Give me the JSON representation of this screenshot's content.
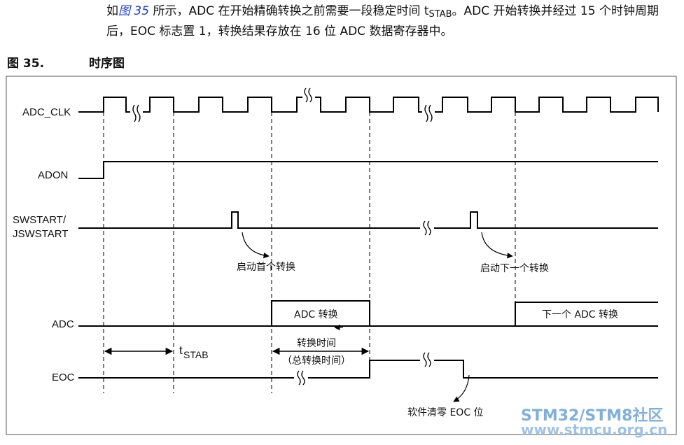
{
  "intro": {
    "part1": "如",
    "figure_ref": "图 35",
    "part2": " 所示，ADC 在开始精确转换之前需要一段稳定时间 t",
    "part2_sub": "STAB",
    "part3": "。ADC 开始转换并经过 15 个时钟周期后，EOC 标志置 1，转换结果存放在 16 位 ADC 数据寄存器中。"
  },
  "figure": {
    "number": "图 35.",
    "title": "时序图"
  },
  "signals": {
    "adc_clk": "ADC_CLK",
    "adon": "ADON",
    "swstart_line1": "SWSTART/",
    "swstart_line2": "JSWSTART",
    "adc": "ADC",
    "eoc": "EOC"
  },
  "annotations": {
    "start_first": "启动首个转换",
    "start_next": "启动下一个转换",
    "adc_conversion": "ADC 转换",
    "next_adc_conversion": "下一个 ADC 转换",
    "conversion_time": "转换时间",
    "total_conversion_time": "（总转换时间）",
    "tstab_t": "t",
    "tstab_sub": "STAB",
    "sw_clear_eoc": "软件清零 EOC 位"
  },
  "watermark": {
    "line1": "STM32/STM8社区",
    "line2": "www.stmcu.org.cn"
  }
}
